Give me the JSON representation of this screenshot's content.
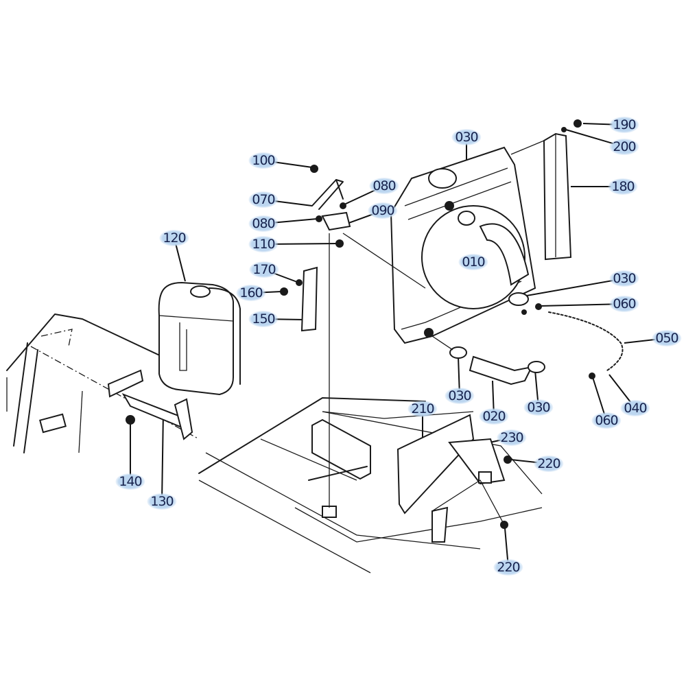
{
  "diagram": {
    "title": "Radiator parts diagram",
    "highlight_color": "#bcd6f0",
    "label_color": "#17234d",
    "callouts": [
      {
        "part": "030"
      },
      {
        "part": "190"
      },
      {
        "part": "200"
      },
      {
        "part": "180"
      },
      {
        "part": "100"
      },
      {
        "part": "080"
      },
      {
        "part": "070"
      },
      {
        "part": "090"
      },
      {
        "part": "080"
      },
      {
        "part": "110"
      },
      {
        "part": "120"
      },
      {
        "part": "170"
      },
      {
        "part": "160"
      },
      {
        "part": "150"
      },
      {
        "part": "010"
      },
      {
        "part": "030"
      },
      {
        "part": "060"
      },
      {
        "part": "050"
      },
      {
        "part": "030"
      },
      {
        "part": "020"
      },
      {
        "part": "030"
      },
      {
        "part": "060"
      },
      {
        "part": "040"
      },
      {
        "part": "210"
      },
      {
        "part": "230"
      },
      {
        "part": "220"
      },
      {
        "part": "140"
      },
      {
        "part": "130"
      },
      {
        "part": "220"
      }
    ]
  }
}
